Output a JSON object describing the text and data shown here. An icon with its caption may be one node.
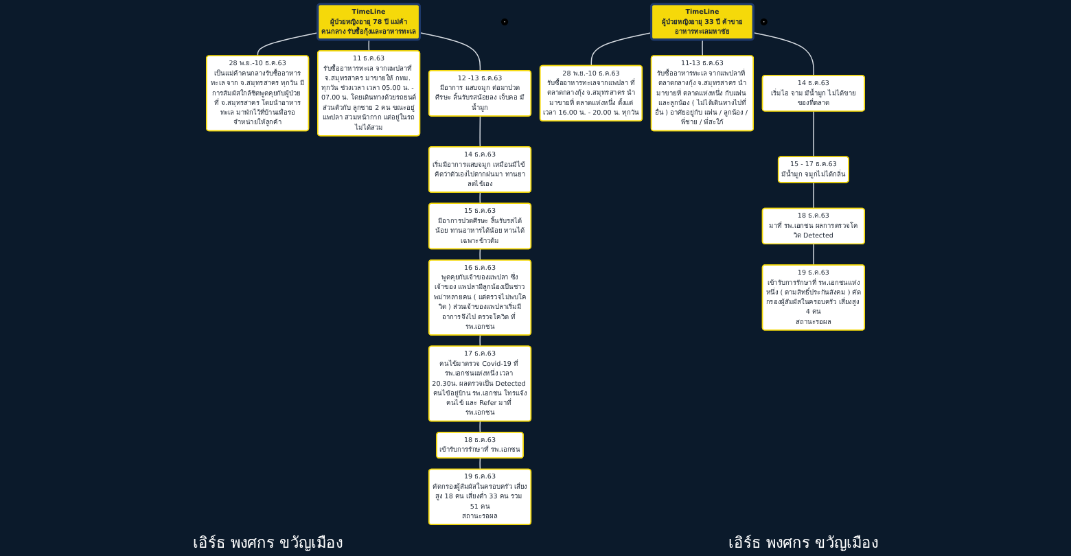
{
  "diagram": {
    "nodes": [
      {
        "text": [
          "TimeLine",
          "ผู้ป่วยหญิงอายุ 78 ปี แม่ค้าคนกลาง รับซื้อกุ้งและอาหารทะเล"
        ]
      },
      {
        "text": [],
        "shape": "person"
      },
      {
        "text": [
          "28 พ.ย.-10 ธ.ค.63",
          "เป็นแม่ค้าคนกลางรับซื้ออาหารทะเล จาก จ.สมุทรสาคร ทุกวัน มีการสัมผัสใกล้ชิดพูดคุยกับผู้ป่วย ที่ จ.สมุทรสาคร โดยนำอาหารทะเล มาพักไว้ที่บ้านเพื่อรอจำหน่ายให้ลูกค้า"
        ]
      },
      {
        "text": [
          "11 ธ.ค.63",
          "รับซื้ออาหารทะเล จากแพปลาที่ จ.สมุทรสาคร มาขายให้ กทม. ทุกวัน ช่วงเวลา เวลา 05.00 น. - 07.00 น. โดยเดินทางด้วยรถยนต์ส่วนตัวกับ ลูกชาย 2 คน ขณะอยู่แพปลา สวมหน้ากาก แต่อยู่ในรถไม่ได้สวม"
        ]
      },
      {
        "text": [
          "12 -13 ธ.ค.63",
          "มีอาการ แสบจมูก ต่อมาปวดศีรษะ ลิ้นรับรสน้อยลง เจ็บคอ มีน้ำมูก"
        ]
      },
      {
        "text": [
          "14 ธ.ค.63",
          "เริ่มมีอาการแสบจมูก เหมือนมีไข้ คิดว่าตัวเองไปตากฝนมา ทานยาลดไข้เอง"
        ]
      },
      {
        "text": [
          "15 ธ.ค.63",
          "มีอาการปวดศีรษะ ลิ้นรับรสได้น้อย ทานอาหารได้น้อย ทานได้เฉพาะข้าวต้ม"
        ]
      },
      {
        "text": [
          "16 ธ.ค.63",
          "พูดคุยกับเจ้าของแพปลา ซึ่งเจ้าของ แพปลามีลูกน้องเป็นชาวพม่าหลายคน ( แต่ตรวจไม่พบโควิด ) ส่วนเจ้าของแพปลาเริ่มมีอาการจึงไป ตรวจโควิด ที่ รพ.เอกชน"
        ]
      },
      {
        "text": [
          "17 ธ.ค.63",
          "คนไข้มาตรวจ Covid-19 ที่ รพ.เอกชนแห่งหนึ่ง เวลา 20.30น. ผลตรวจเป็น Detected คนไข้อยู่บ้าน รพ.เอกชน โทรแจ้งคนไข้ และ Refer มาที่ รพ.เอกชน"
        ]
      },
      {
        "text": [
          "18 ธ.ค.63",
          "เข้ารับการรักษาที่ รพ.เอกชน"
        ]
      },
      {
        "text": [
          "19 ธ.ค.63",
          "คัดกรองผู้สัมผัสในครอบครัว เสี่ยงสูง 18 คน เสี่ยงต่ำ 33 คน รวม 51 คน",
          "สถานะรอผล"
        ]
      },
      {
        "text": [
          "TimeLine",
          "ผู้ป่วยหญิงอายุ 33 ปี ค้าขายอาหารทะเลมหาชัย"
        ]
      },
      {
        "text": [],
        "shape": "person"
      },
      {
        "text": [
          "28 พ.ย.-10 ธ.ค.63",
          "รับซื้ออาหารทะเลจากแพปลา ที่ตลาดกลางกุ้ง จ.สมุทรสาคร นำมาขายที่ ตลาดแห่งหนึ่ง ตั้งแต่เวลา 16.00 น. - 20.00 น. ทุกวัน"
        ]
      },
      {
        "text": [
          "11-13 ธ.ค.63",
          "รับซื้ออาหารทะเล จากแพปลาที่ ตลาดกลางกุ้ง จ.สมุทรสาคร นำมาขายที่ ตลาดแห่งหนึ่ง กับแฟน และลูกน้อง ( ไม่ได้เดินทางไปที่อื่น ) อาศัยอยู่กับ แฟน / ลูกน้อง / พี่ชาย / พี่สะใภ้"
        ]
      },
      {
        "text": [
          "14 ธ.ค.63",
          "เริ่มไอ จาม มีน้ำมูก ไม่ได้ขายของที่ตลาด"
        ]
      },
      {
        "text": [
          "15 - 17 ธ.ค.63",
          "มีน้ำมูก จมูกไม่ได้กลิ่น"
        ]
      },
      {
        "text": [
          "18 ธ.ค.63",
          "มาที่ รพ.เอกชน ผลการตรวจโควิด Detected"
        ]
      },
      {
        "text": [
          "19 ธ.ค.63",
          "เข้ารับการรักษาที่ รพ.เอกชนแห่งหนึ่ง ( ตามสิทธิ์ประกันสังคม ) คัดกรองผู้สัมผัสในครอบครัว เสี่ยงสูง 4 คน",
          "สถานะรอผล"
        ]
      }
    ],
    "edges": [
      {
        "from": 0,
        "to": 2,
        "arrow": "none"
      },
      {
        "from": 0,
        "to": 3,
        "arrow": "none"
      },
      {
        "from": 0,
        "to": 4,
        "arrow": "none"
      },
      {
        "from": 4,
        "to": 5,
        "arrow": "none"
      },
      {
        "from": 5,
        "to": 6,
        "arrow": "none"
      },
      {
        "from": 6,
        "to": 7,
        "arrow": "none"
      },
      {
        "from": 7,
        "to": 8,
        "arrow": "none"
      },
      {
        "from": 8,
        "to": 9,
        "arrow": "none"
      },
      {
        "from": 9,
        "to": 10,
        "arrow": "none"
      },
      {
        "from": 11,
        "to": 13,
        "arrow": "none"
      },
      {
        "from": 11,
        "to": 14,
        "arrow": "none"
      },
      {
        "from": 11,
        "to": 15,
        "arrow": "none"
      },
      {
        "from": 15,
        "to": 16,
        "arrow": "none"
      },
      {
        "from": 16,
        "to": 17,
        "arrow": "none"
      },
      {
        "from": 17,
        "to": 18,
        "arrow": "none"
      }
    ],
    "labels": [
      "เอิร์ธ พงศกร ขวัญเมือง",
      "เอิร์ธ พงศกร ขวัญเมือง"
    ]
  }
}
